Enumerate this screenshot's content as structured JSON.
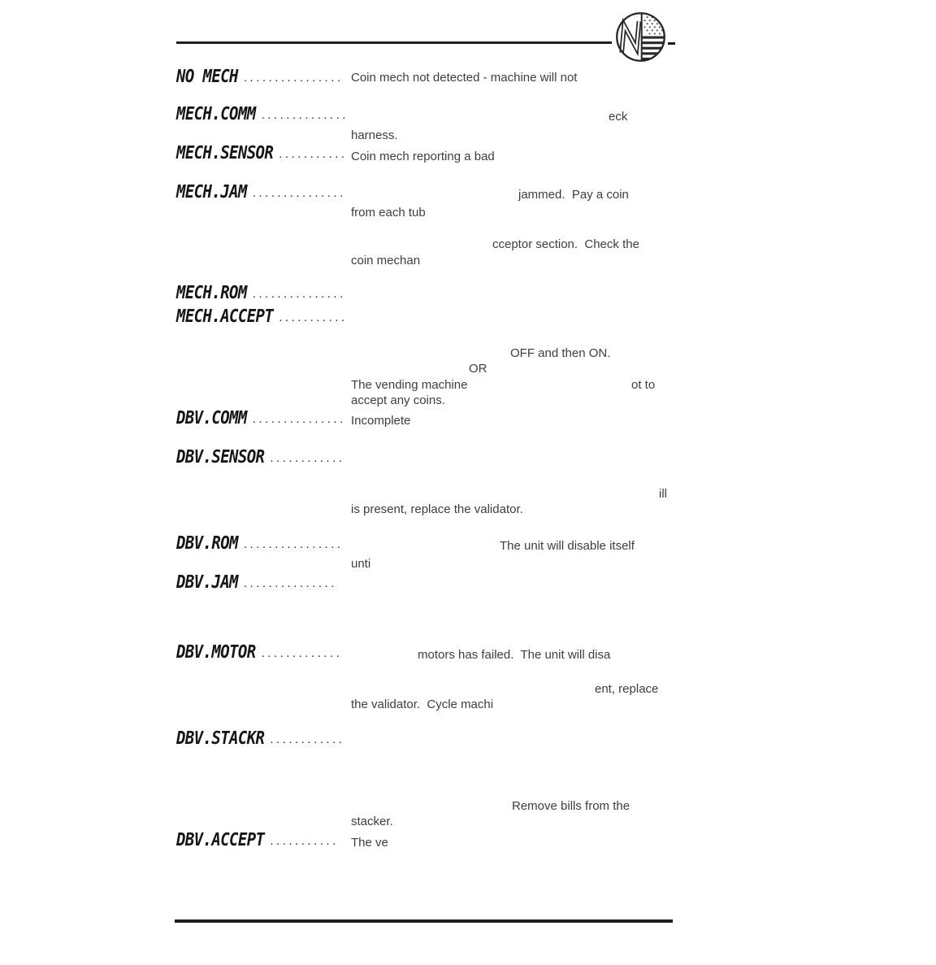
{
  "page": {
    "background": "#ffffff",
    "ink": "#1f1f1f",
    "body_ink": "#3e3e3e",
    "code_ink": "#161616"
  },
  "logo": {
    "name": "national-vendors-circle-flag-logo"
  },
  "entries": [
    {
      "code": "NO MECH",
      "dots": "................"
    },
    {
      "code": "MECH.COMM",
      "dots": ".............."
    },
    {
      "code": "MECH.SENSOR",
      "dots": "..........."
    },
    {
      "code": "MECH.JAM",
      "dots": "..............."
    },
    {
      "code": "MECH.ROM",
      "dots": "..............."
    },
    {
      "code": "MECH.ACCEPT",
      "dots": "..........."
    },
    {
      "code": "DBV.COMM",
      "dots": "..............."
    },
    {
      "code": "DBV.SENSOR",
      "dots": "............"
    },
    {
      "code": "DBV.ROM",
      "dots": "................"
    },
    {
      "code": "DBV.JAM",
      "dots": "..............."
    },
    {
      "code": "DBV.MOTOR",
      "dots": "............."
    },
    {
      "code": "DBV.STACKR",
      "dots": "............"
    },
    {
      "code": "DBV.ACCEPT",
      "dots": "..........."
    }
  ],
  "fragments": [
    "Coin mech not detected - machine will not",
    "eck",
    "harness.",
    "Coin mech reporting a bad",
    "jammed.  Pay a coin",
    "from each tub",
    "cceptor section.  Check the",
    "coin mechan",
    "OFF and then ON.",
    "OR",
    "The vending machine",
    "ot to",
    "accept any coins.",
    "Incomplete",
    "ill",
    "is present, replace the validator.",
    "The unit will disable itself",
    "unti",
    "motors has failed.  The unit will disa",
    "ent, replace",
    "the validator.  Cycle machi",
    "Remove bills from the",
    "stacker.",
    "The ve"
  ]
}
